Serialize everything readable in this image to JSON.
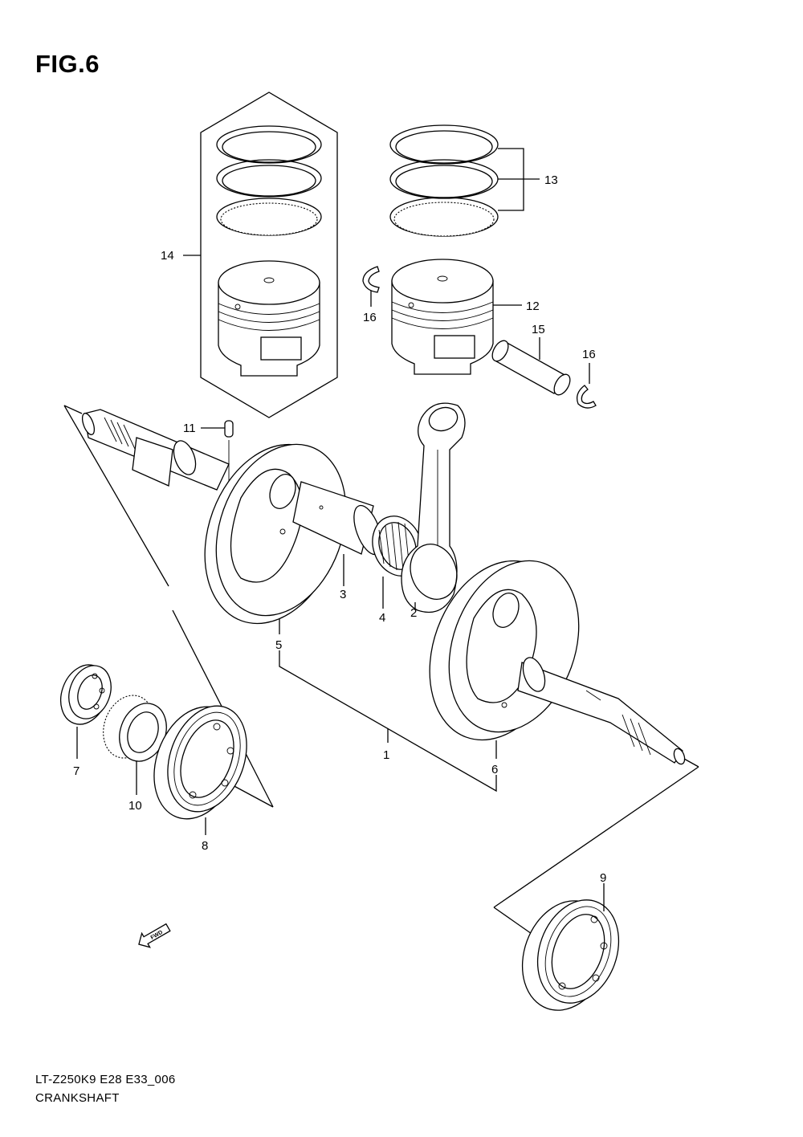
{
  "figure": {
    "title": "FIG.6",
    "model_code": "LT-Z250K9  E28  E33_006",
    "section_name": "CRANKSHAFT",
    "fwd_marker": "FWD"
  },
  "callouts": [
    {
      "id": "c1",
      "number": "1"
    },
    {
      "id": "c2",
      "number": "2"
    },
    {
      "id": "c3",
      "number": "3"
    },
    {
      "id": "c4",
      "number": "4"
    },
    {
      "id": "c5",
      "number": "5"
    },
    {
      "id": "c6",
      "number": "6"
    },
    {
      "id": "c7",
      "number": "7"
    },
    {
      "id": "c8",
      "number": "8"
    },
    {
      "id": "c9",
      "number": "9"
    },
    {
      "id": "c10",
      "number": "10"
    },
    {
      "id": "c11",
      "number": "11"
    },
    {
      "id": "c12",
      "number": "12"
    },
    {
      "id": "c13",
      "number": "13"
    },
    {
      "id": "c14",
      "number": "14"
    },
    {
      "id": "c15",
      "number": "15"
    },
    {
      "id": "c16a",
      "number": "16"
    },
    {
      "id": "c16b",
      "number": "16"
    }
  ]
}
